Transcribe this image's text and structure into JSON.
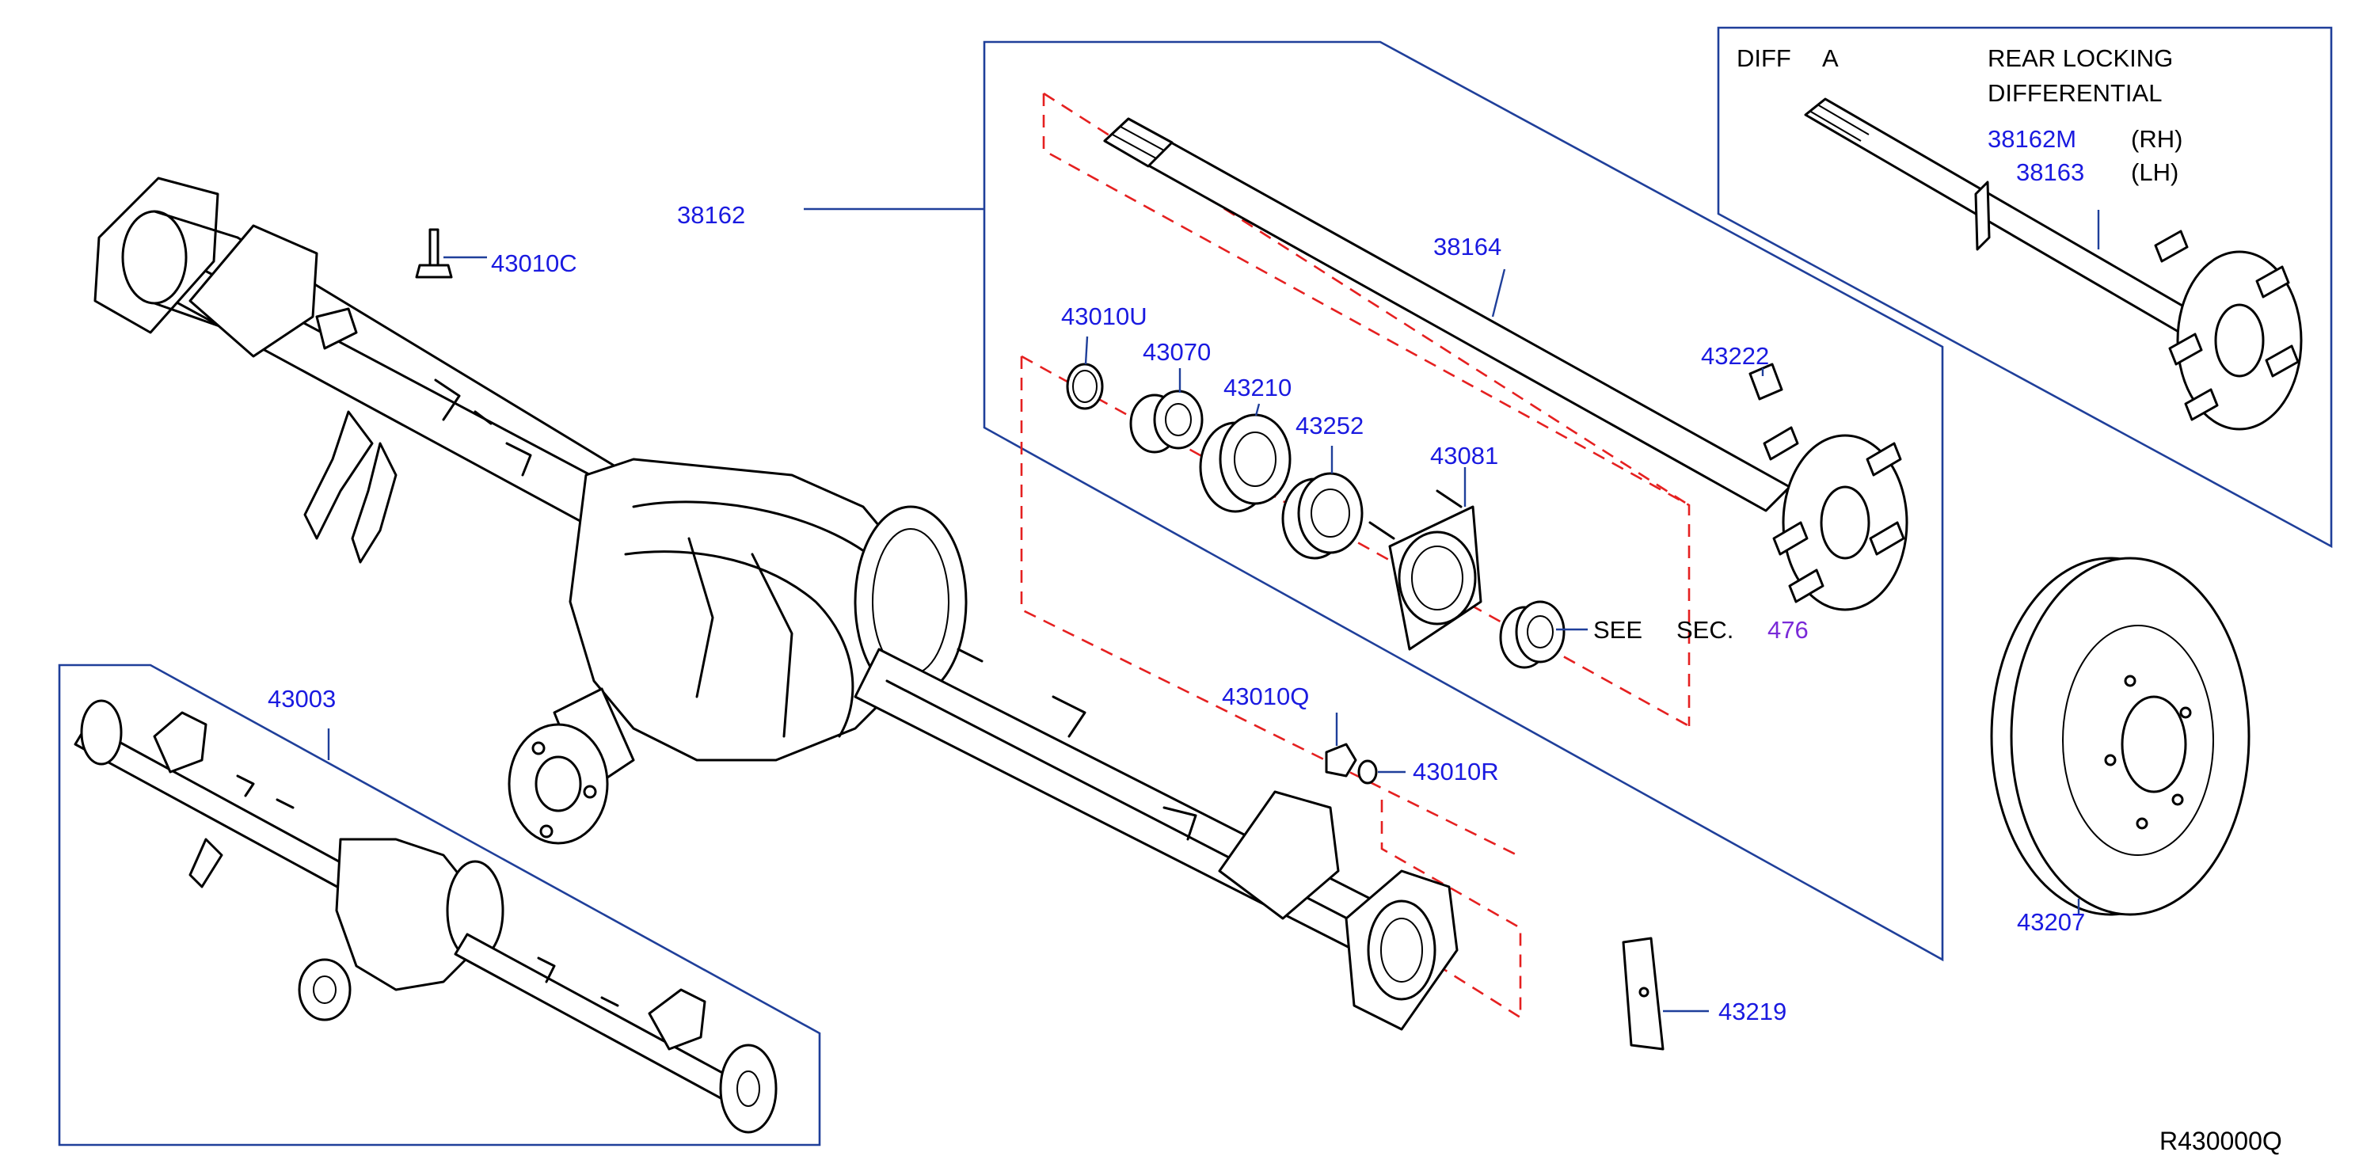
{
  "callouts": {
    "p43010C": "43010C",
    "p38162": "38162",
    "p38164": "38164",
    "p43010U": "43010U",
    "p43070": "43070",
    "p43210": "43210",
    "p43252": "43252",
    "p43081": "43081",
    "p43222": "43222",
    "p43003": "43003",
    "p43010Q": "43010Q",
    "p43010R": "43010R",
    "p43219": "43219",
    "p43207": "43207"
  },
  "see_section": {
    "see": "SEE",
    "sec": "SEC.",
    "number": "476"
  },
  "diff_box": {
    "diff": "DIFF",
    "variant": "A",
    "line1": "REAR  LOCKING",
    "line2": "DIFFERENTIAL",
    "rh_part": "38162M",
    "rh_label": "(RH)",
    "lh_part": "38163",
    "lh_label": "(LH)"
  },
  "figure_ref": "R430000Q",
  "colors": {
    "callout": "#1a1ae0",
    "section_ref": "#7a2ad8",
    "frame": "#1f3f9a",
    "dashed_group": "#e52020",
    "drawing": "#000000"
  }
}
